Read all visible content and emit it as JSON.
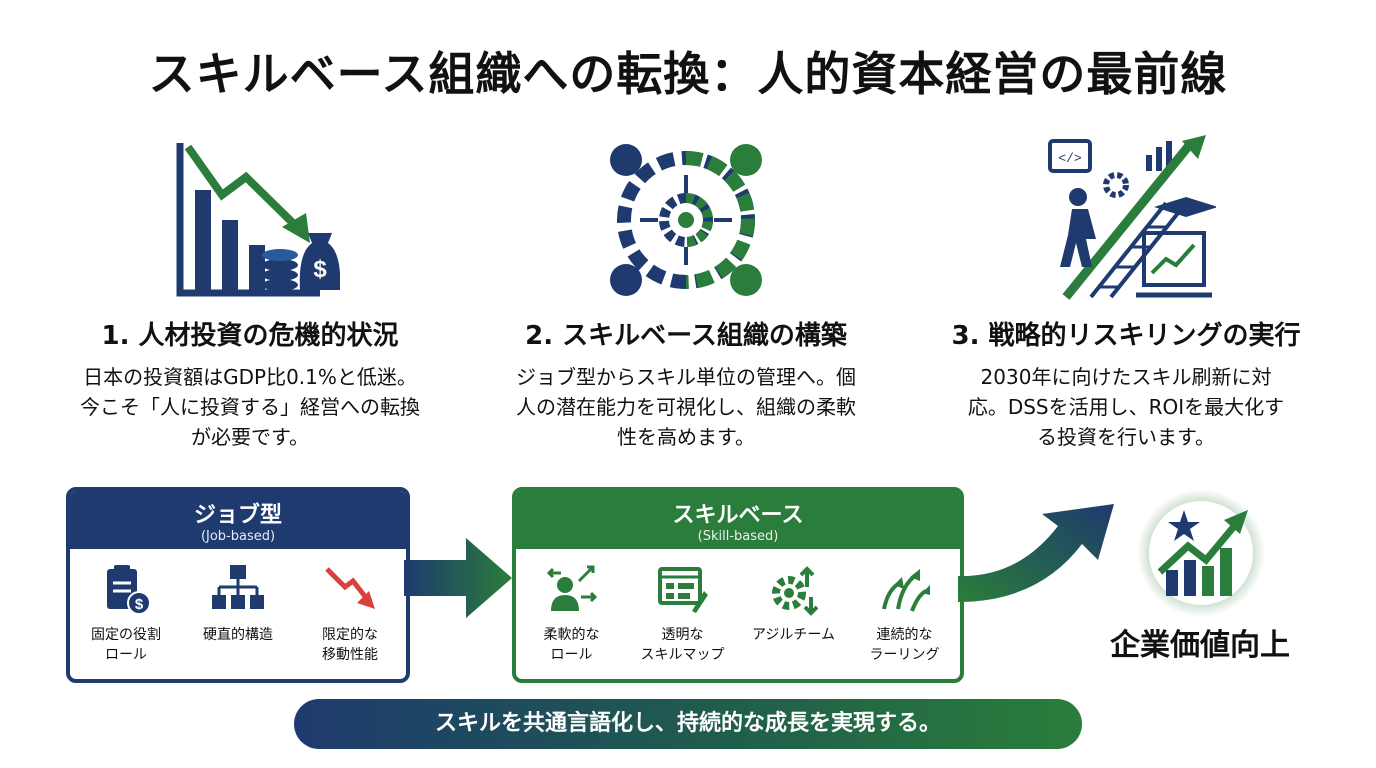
{
  "title": "スキルベース組織への転換：人的資本経営の最前線",
  "colors": {
    "navy": "#1e3a6e",
    "green": "#2a7d3a",
    "red": "#d9413a"
  },
  "columns": [
    {
      "icon": "bar-chart-decline-money-bag-icon",
      "heading": "1. 人材投資の危機的状況",
      "body": "日本の投資額はGDP比0.1%と低迷。今こそ「人に投資する」経営への転換が必要です。"
    },
    {
      "icon": "gears-network-icon",
      "heading": "2. スキルベース組織の構築",
      "body": "ジョブ型からスキル単位の管理へ。個人の潜在能力を可視化し、組織の柔軟性を高めます。"
    },
    {
      "icon": "person-climbing-ladder-growth-icon",
      "heading": "3. 戦略的リスキリングの実行",
      "body": "2030年に向けたスキル刷新に対応。DSSを活用し、ROIを最大化する投資を行います。"
    }
  ],
  "job_box": {
    "title": "ジョブ型",
    "subtitle": "(Job-based)",
    "items": [
      {
        "icon": "clipboard-dollar-icon",
        "label": "固定の役割\nロール"
      },
      {
        "icon": "hierarchy-icon",
        "label": "硬直的構造"
      },
      {
        "icon": "down-arrow-icon",
        "label": "限定的な\n移動性能"
      }
    ]
  },
  "skill_box": {
    "title": "スキルベース",
    "subtitle": "(Skill-based)",
    "items": [
      {
        "icon": "person-arrows-icon",
        "label": "柔軟的な\nロール"
      },
      {
        "icon": "skill-map-icon",
        "label": "透明な\nスキルマップ"
      },
      {
        "icon": "gear-arrows-icon",
        "label": "アジルチーム"
      },
      {
        "icon": "rising-arrows-icon",
        "label": "連続的な\nラーリング"
      }
    ]
  },
  "outcome": {
    "label": "企業価値向上",
    "icon": "star-growth-badge-icon"
  },
  "banner": "スキルを共通言語化し、持続的な成長を実現する。"
}
